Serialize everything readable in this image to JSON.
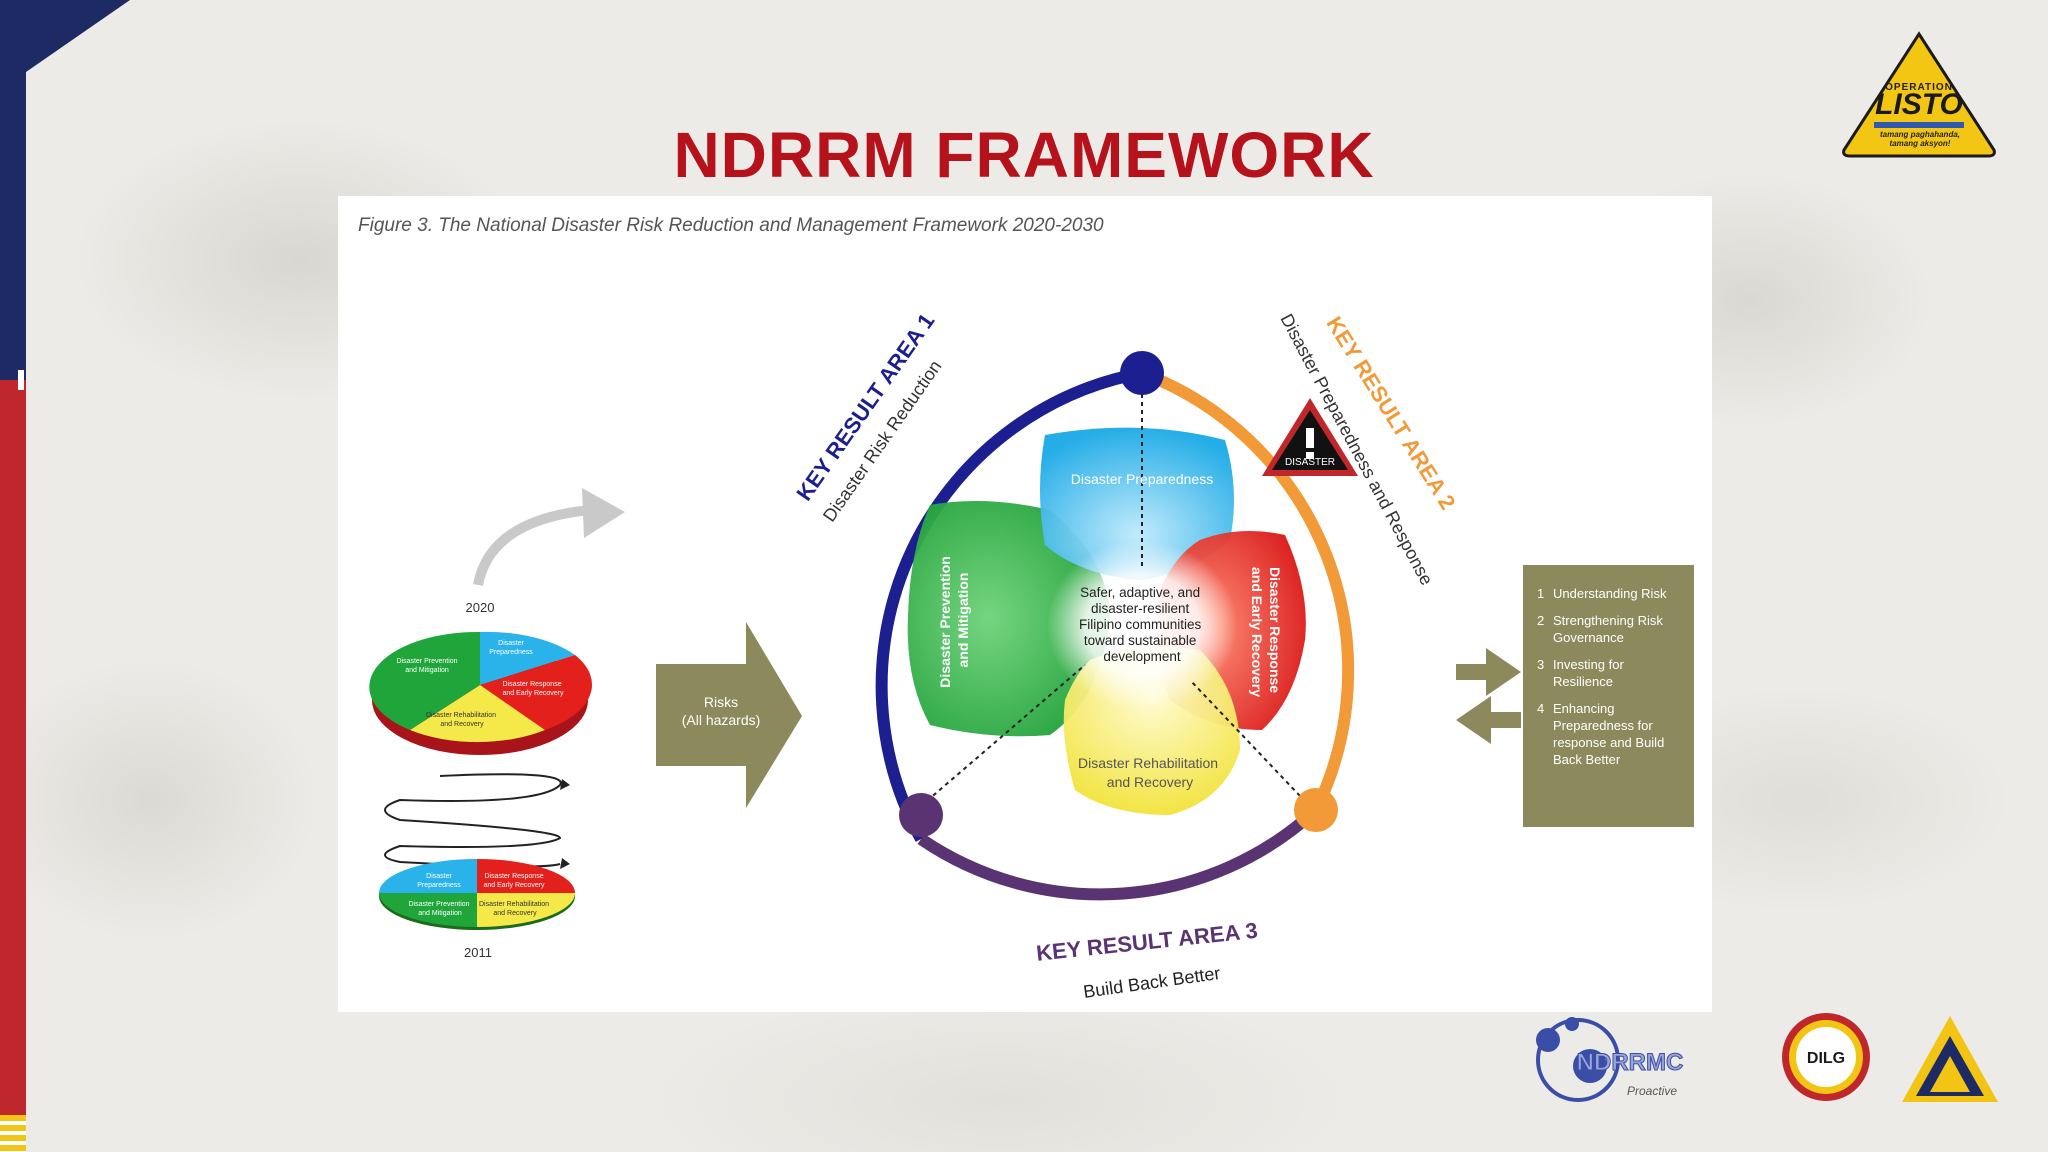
{
  "slide": {
    "title": "NDRRM FRAMEWORK",
    "figure_caption": "Figure 3. The National Disaster Risk Reduction and Management Framework 2020-2030"
  },
  "logos": {
    "listo": {
      "top": "OPERATION",
      "main": "LISTO",
      "tagline": "tamang paghahanda, tamang aksyon!"
    },
    "ndrrmc": {
      "text": "NDRRMC",
      "sub": "Proactive"
    },
    "dilg": {
      "text": "DILG"
    }
  },
  "diagram": {
    "kra1": {
      "title": "KEY RESULT AREA 1",
      "subtitle": "Disaster Risk Reduction",
      "color": "#1c1f8f"
    },
    "kra2": {
      "title": "KEY RESULT AREA 2",
      "subtitle": "Disaster Preparedness and Response",
      "color": "#f29a38"
    },
    "kra3": {
      "title": "KEY RESULT AREA 3",
      "subtitle": "Build Back Better",
      "color": "#5a3472"
    },
    "disaster_badge": "DISASTER",
    "petals": {
      "preparedness": "Disaster Preparedness",
      "prevention_line1": "Disaster Prevention",
      "prevention_line2": "and Mitigation",
      "response_line1": "Disaster Response",
      "response_line2": "and Early Recovery",
      "rehab_line1": "Disaster Rehabilitation",
      "rehab_line2": "and Recovery"
    },
    "center_text": [
      "Safer, adaptive, and",
      "disaster-resilient",
      "Filipino communities",
      "toward sustainable",
      "development"
    ],
    "risks_label": "Risks\n(All hazards)",
    "old_model": {
      "year_2020": "2020",
      "year_2011": "2011",
      "pie_2020": {
        "prevention": [
          "Disaster Prevention",
          "and Mitigation"
        ],
        "preparedness": [
          "Disaster",
          "Preparedness"
        ],
        "response": [
          "Disaster Response",
          "and Early Recovery"
        ],
        "rehab": [
          "Disaster Rehabilitation",
          "and Recovery"
        ]
      },
      "pie_2011": {
        "preparedness": [
          "Disaster",
          "Preparedness"
        ],
        "response": [
          "Disaster Response",
          "and Early Recovery"
        ],
        "prevention": [
          "Disaster Prevention",
          "and Mitigation"
        ],
        "rehab": [
          "Disaster Rehabilitation",
          "and Recovery"
        ]
      }
    },
    "outcomes": [
      {
        "num": "1",
        "text": "Understanding Risk"
      },
      {
        "num": "2",
        "text": "Strengthening Risk Governance"
      },
      {
        "num": "3",
        "text": "Investing for Resilience"
      },
      {
        "num": "4",
        "text": "Enhancing Preparedness for response and Build Back Better"
      }
    ],
    "colors": {
      "green": "#1fa53a",
      "blue": "#2ab3ea",
      "red": "#e3201b",
      "yellow": "#f5e94a",
      "olive": "#8c8a5c",
      "navy": "#1c1f8f",
      "orange": "#f29a38",
      "purple": "#5a3472"
    }
  }
}
